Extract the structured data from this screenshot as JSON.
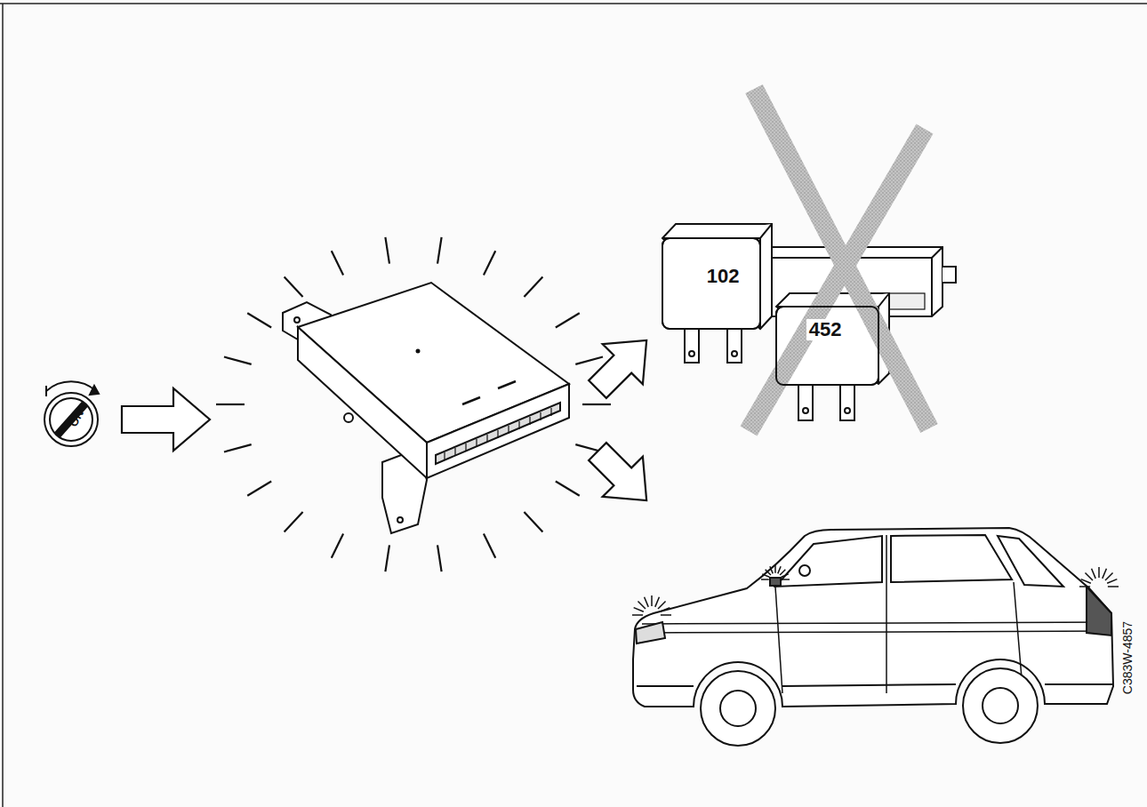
{
  "diagram": {
    "nodes": [
      {
        "text": [
          "102"
        ]
      },
      {
        "text": [
          "452"
        ]
      }
    ],
    "labels": [
      "ON",
      "C383W-4857"
    ]
  }
}
